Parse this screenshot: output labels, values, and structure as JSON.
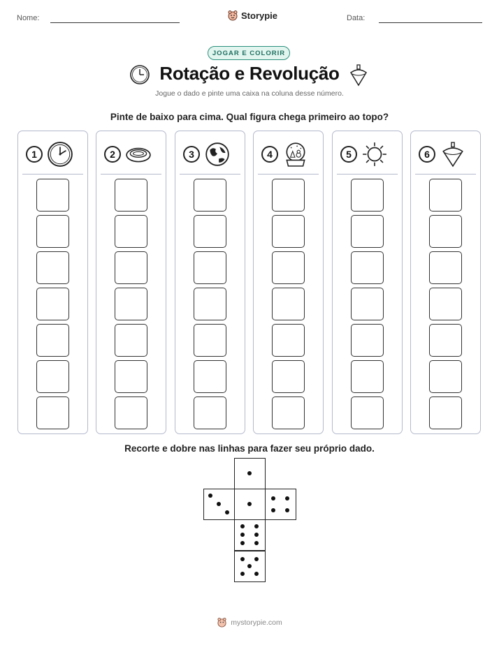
{
  "header": {
    "name_label": "Nome:",
    "date_label": "Data:",
    "brand": "Storypie"
  },
  "badge": "JOGAR E COLORIR",
  "title": "Rotação e Revolução",
  "subtitle": "Jogue o dado e pinte uma caixa na coluna desse número.",
  "instruction_top": "Pinte de baixo para cima. Qual figura chega primeiro ao topo?",
  "columns": [
    {
      "number": "1",
      "icon": "clock-icon",
      "boxes": 7
    },
    {
      "number": "2",
      "icon": "ring-icon",
      "boxes": 7
    },
    {
      "number": "3",
      "icon": "globe-icon",
      "boxes": 7
    },
    {
      "number": "4",
      "icon": "snow-globe-icon",
      "boxes": 7
    },
    {
      "number": "5",
      "icon": "sun-icon",
      "boxes": 7
    },
    {
      "number": "6",
      "icon": "spinning-top-icon",
      "boxes": 7
    }
  ],
  "instruction_dice": "Recorte e dobre nas linhas para fazer seu próprio dado.",
  "dice_faces": [
    1,
    3,
    1,
    4,
    6,
    5
  ],
  "footer": "mystorypie.com"
}
